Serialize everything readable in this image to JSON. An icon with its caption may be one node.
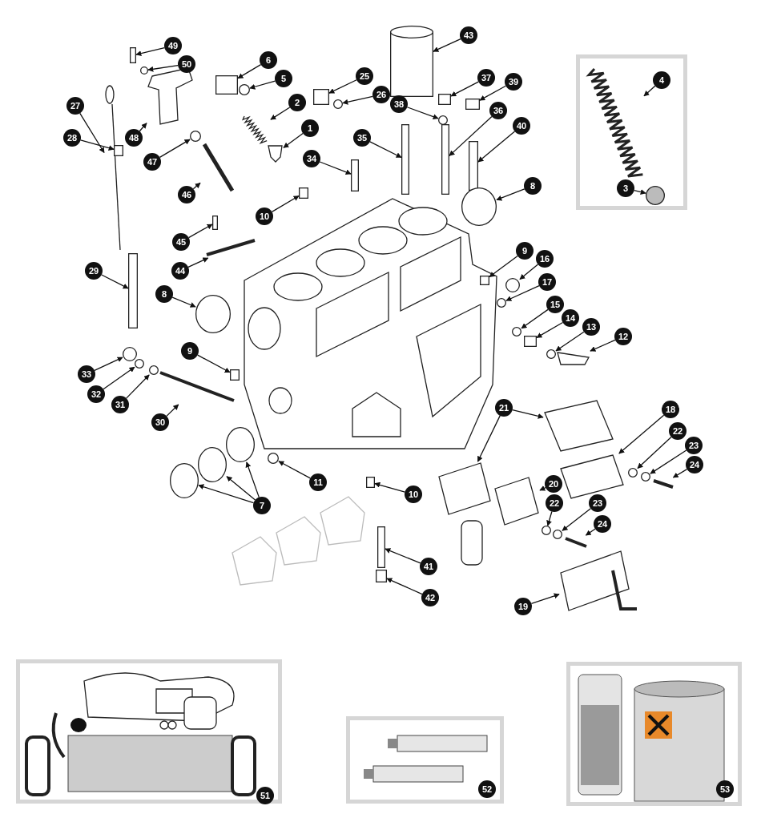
{
  "diagram": {
    "nodes": [
      {
        "text": [
          "49"
        ]
      },
      {
        "text": [
          "6"
        ]
      },
      {
        "text": [
          "50"
        ]
      },
      {
        "text": [
          "43"
        ]
      },
      {
        "text": [
          "25"
        ]
      },
      {
        "text": [
          "5"
        ]
      },
      {
        "text": [],
        "shape": "box"
      },
      {
        "text": [
          "4"
        ],
        "in": 6
      },
      {
        "text": [
          "37"
        ]
      },
      {
        "text": [
          "39"
        ]
      },
      {
        "text": [
          "26"
        ]
      },
      {
        "text": [
          "2"
        ]
      },
      {
        "text": [
          "38"
        ]
      },
      {
        "text": [
          "27"
        ]
      },
      {
        "text": [
          "36"
        ]
      },
      {
        "text": [
          "1"
        ]
      },
      {
        "text": [
          "40"
        ]
      },
      {
        "text": [
          "35"
        ]
      },
      {
        "text": [
          "48"
        ]
      },
      {
        "text": [
          "28"
        ]
      },
      {
        "text": [
          "47"
        ]
      },
      {
        "text": [
          "34"
        ]
      },
      {
        "text": [
          "8"
        ]
      },
      {
        "text": [
          "3"
        ],
        "in": 6
      },
      {
        "text": [
          "46"
        ]
      },
      {
        "text": [
          "10"
        ]
      },
      {
        "text": [
          "45"
        ]
      },
      {
        "text": [
          "9"
        ]
      },
      {
        "text": [
          "16"
        ]
      },
      {
        "text": [
          "44"
        ]
      },
      {
        "text": [
          "29"
        ]
      },
      {
        "text": [
          "17"
        ]
      },
      {
        "text": [
          "8"
        ]
      },
      {
        "text": [
          "15"
        ]
      },
      {
        "text": [
          "14"
        ]
      },
      {
        "text": [
          "13"
        ]
      },
      {
        "text": [
          "12"
        ]
      },
      {
        "text": [
          "9"
        ]
      },
      {
        "text": [
          "33"
        ]
      },
      {
        "text": [
          "32"
        ]
      },
      {
        "text": [
          "31"
        ]
      },
      {
        "text": [
          "21"
        ]
      },
      {
        "text": [
          "18"
        ]
      },
      {
        "text": [
          "30"
        ]
      },
      {
        "text": [
          "22"
        ]
      },
      {
        "text": [
          "23"
        ]
      },
      {
        "text": [
          "24"
        ]
      },
      {
        "text": [
          "11"
        ]
      },
      {
        "text": [
          "20"
        ]
      },
      {
        "text": [
          "10"
        ]
      },
      {
        "text": [
          "7"
        ]
      },
      {
        "text": [
          "22"
        ]
      },
      {
        "text": [
          "23"
        ]
      },
      {
        "text": [
          "24"
        ]
      },
      {
        "text": [
          "41"
        ]
      },
      {
        "text": [
          "42"
        ]
      },
      {
        "text": [
          "19"
        ]
      },
      {
        "text": [],
        "shape": "box"
      },
      {
        "text": [
          "51"
        ],
        "in": 57
      },
      {
        "text": [],
        "shape": "box"
      },
      {
        "text": [
          "52"
        ],
        "in": 59
      },
      {
        "text": [],
        "shape": "box"
      },
      {
        "text": [
          "53"
        ],
        "in": 61
      },
      {
        "text": [],
        "shape": "box"
      },
      {
        "text": [],
        "shape": "box"
      },
      {
        "text": [],
        "shape": "circle"
      },
      {
        "text": [],
        "shape": "cylinder"
      },
      {
        "text": [],
        "shape": "box"
      },
      {
        "text": [],
        "shape": "circle"
      },
      {
        "text": [],
        "shape": "picture",
        "in": 6
      },
      {
        "text": [],
        "shape": "box"
      },
      {
        "text": [],
        "shape": "box"
      },
      {
        "text": [],
        "shape": "circle"
      },
      {
        "text": [],
        "shape": "picture"
      },
      {
        "text": [],
        "shape": "circle"
      },
      {
        "text": [],
        "shape": "picture"
      },
      {
        "text": [],
        "shape": "box"
      },
      {
        "text": [],
        "shape": "picture"
      },
      {
        "text": [],
        "shape": "box"
      },
      {
        "text": [],
        "shape": "box"
      },
      {
        "text": [],
        "shape": "picture"
      },
      {
        "text": [],
        "shape": "box"
      },
      {
        "text": [],
        "shape": "circle"
      },
      {
        "text": [],
        "shape": "box"
      },
      {
        "text": [],
        "shape": "circle"
      },
      {
        "text": [],
        "shape": "circle",
        "in": 6
      },
      {
        "text": [],
        "shape": "picture"
      },
      {
        "text": [],
        "shape": "box"
      },
      {
        "text": [],
        "shape": "box"
      },
      {
        "text": [],
        "shape": "box"
      },
      {
        "text": [],
        "shape": "circle"
      },
      {
        "text": [],
        "shape": "picture"
      },
      {
        "text": [],
        "shape": "box"
      },
      {
        "text": [],
        "shape": "circle"
      },
      {
        "text": [],
        "shape": "circle"
      },
      {
        "text": [],
        "shape": "circle"
      },
      {
        "text": [],
        "shape": "box"
      },
      {
        "text": [],
        "shape": "circle"
      },
      {
        "text": [],
        "shape": "picture"
      },
      {
        "text": [],
        "shape": "box"
      },
      {
        "text": [],
        "shape": "circle"
      },
      {
        "text": [],
        "shape": "circle"
      },
      {
        "text": [],
        "shape": "circle"
      },
      {
        "text": [],
        "shape": "picture"
      },
      {
        "text": [],
        "shape": "picture"
      },
      {
        "text": [],
        "shape": "picture"
      },
      {
        "text": [],
        "shape": "picture"
      },
      {
        "text": [],
        "shape": "circle"
      },
      {
        "text": [],
        "shape": "circle"
      },
      {
        "text": [],
        "shape": "picture"
      },
      {
        "text": [],
        "shape": "circle"
      },
      {
        "text": [],
        "shape": "picture"
      },
      {
        "text": [],
        "shape": "box"
      },
      {
        "text": [],
        "shape": "circle"
      },
      {
        "text": [],
        "shape": "circle"
      },
      {
        "text": [],
        "shape": "circle"
      },
      {
        "text": [],
        "shape": "circle"
      },
      {
        "text": [],
        "shape": "circle"
      },
      {
        "text": [],
        "shape": "picture"
      },
      {
        "text": [],
        "shape": "box"
      },
      {
        "text": [],
        "shape": "box"
      },
      {
        "text": [],
        "shape": "picture"
      }
    ],
    "edges": [
      {
        "from": 0,
        "to": 63,
        "arrow": "to"
      },
      {
        "from": 1,
        "to": 64,
        "arrow": "to"
      },
      {
        "from": 2,
        "to": 65,
        "arrow": "to"
      },
      {
        "from": 3,
        "to": 66,
        "arrow": "to"
      },
      {
        "from": 4,
        "to": 67,
        "arrow": "to"
      },
      {
        "from": 5,
        "to": 68,
        "arrow": "to"
      },
      {
        "from": 7,
        "to": 69,
        "arrow": "to"
      },
      {
        "from": 8,
        "to": 70,
        "arrow": "to"
      },
      {
        "from": 9,
        "to": 71,
        "arrow": "to"
      },
      {
        "from": 10,
        "to": 72,
        "arrow": "to"
      },
      {
        "from": 11,
        "to": 73,
        "arrow": "to"
      },
      {
        "from": 12,
        "to": 74,
        "arrow": "to"
      },
      {
        "from": 13,
        "to": 75,
        "arrow": "to"
      },
      {
        "from": 14,
        "to": 76,
        "arrow": "to"
      },
      {
        "from": 15,
        "to": 77,
        "arrow": "to"
      },
      {
        "from": 16,
        "to": 78,
        "arrow": "to"
      },
      {
        "from": 17,
        "to": 79,
        "arrow": "to"
      },
      {
        "from": 18,
        "to": 80,
        "arrow": "to"
      },
      {
        "from": 19,
        "to": 81,
        "arrow": "to"
      },
      {
        "from": 20,
        "to": 82,
        "arrow": "to"
      },
      {
        "from": 21,
        "to": 83,
        "arrow": "to"
      },
      {
        "from": 22,
        "to": 84,
        "arrow": "to"
      },
      {
        "from": 23,
        "to": 85,
        "arrow": "to"
      },
      {
        "from": 24,
        "to": 86,
        "arrow": "to"
      },
      {
        "from": 25,
        "to": 87,
        "arrow": "to"
      },
      {
        "from": 26,
        "to": 88,
        "arrow": "to"
      },
      {
        "from": 27,
        "to": 89,
        "arrow": "to"
      },
      {
        "from": 28,
        "to": 90,
        "arrow": "to"
      },
      {
        "from": 29,
        "to": 91,
        "arrow": "to"
      },
      {
        "from": 30,
        "to": 92,
        "arrow": "to"
      },
      {
        "from": 31,
        "to": 93,
        "arrow": "to"
      },
      {
        "from": 32,
        "to": 94,
        "arrow": "to"
      },
      {
        "from": 33,
        "to": 95,
        "arrow": "to"
      },
      {
        "from": 34,
        "to": 96,
        "arrow": "to"
      },
      {
        "from": 35,
        "to": 97,
        "arrow": "to"
      },
      {
        "from": 36,
        "to": 98,
        "arrow": "to"
      },
      {
        "from": 37,
        "to": 99,
        "arrow": "to"
      },
      {
        "from": 38,
        "to": 100,
        "arrow": "to"
      },
      {
        "from": 39,
        "to": 101,
        "arrow": "to"
      },
      {
        "from": 40,
        "to": 102,
        "arrow": "to"
      },
      {
        "from": 41,
        "to": 103,
        "arrow": "to"
      },
      {
        "from": 41,
        "to": 104,
        "arrow": "to"
      },
      {
        "from": 42,
        "to": 105,
        "arrow": "to"
      },
      {
        "from": 43,
        "to": 106,
        "arrow": "to"
      },
      {
        "from": 44,
        "to": 107,
        "arrow": "to"
      },
      {
        "from": 45,
        "to": 108,
        "arrow": "to"
      },
      {
        "from": 46,
        "to": 109,
        "arrow": "to"
      },
      {
        "from": 47,
        "to": 110,
        "arrow": "to"
      },
      {
        "from": 48,
        "to": 111,
        "arrow": "to"
      },
      {
        "from": 49,
        "to": 112,
        "arrow": "to"
      },
      {
        "from": 50,
        "to": 113,
        "arrow": "to"
      },
      {
        "from": 50,
        "to": 114,
        "arrow": "to"
      },
      {
        "from": 50,
        "to": 115,
        "arrow": "to"
      },
      {
        "from": 51,
        "to": 116,
        "arrow": "to"
      },
      {
        "from": 52,
        "to": 117,
        "arrow": "to"
      },
      {
        "from": 53,
        "to": 118,
        "arrow": "to"
      },
      {
        "from": 54,
        "to": 119,
        "arrow": "to"
      },
      {
        "from": 55,
        "to": 120,
        "arrow": "to"
      },
      {
        "from": 56,
        "to": 121,
        "arrow": "to"
      }
    ]
  }
}
